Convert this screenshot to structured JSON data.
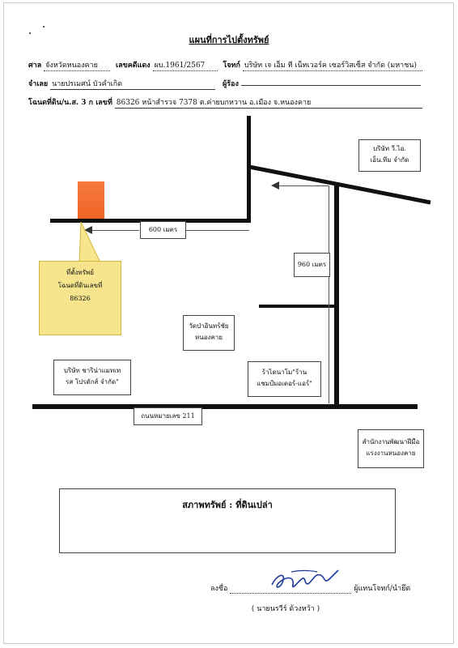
{
  "title": "แผนที่การไปตั้งทรัพย์",
  "header": {
    "court_label": "ศาล",
    "court_value": "จังหวัดหนองคาย",
    "case_label": "เลขคดีแดง",
    "case_value": "ผบ.1961/2567",
    "plaintiff_label": "โจทก์",
    "plaintiff_value": "บริษัท เจ เอ็ม ที เน็ทเวอร์ค เซอร์วิสเซ็ส จำกัด (มหาชน)",
    "defendant_label": "จำเลย",
    "defendant_value": "นายปรเมศน์ บัวคำเกิด",
    "claimant_label": "ผู้ร้อง",
    "claimant_value": "",
    "deed_label": "โฉนดที่ดิน/น.ส. 3 ก เลขที่",
    "deed_value": "86326 หน้าสำรวจ 7378 ต.ค่ายบกหวาน อ.เมือง จ.หนองคาย"
  },
  "map": {
    "road_name": "ถนนหมายเลข 211",
    "distance_1": "600 เมตร",
    "distance_2": "960 เมตร",
    "property_callout": [
      "ที่ตั้งทรัพย์",
      "โฉนดที่ดินเลขที่",
      "86326"
    ],
    "landmark_company_top": [
      "บริษัท วี.ไอ.",
      "เอ็น.ทีม จำกัด"
    ],
    "landmark_temple": [
      "วัดป่าอินทร์ชัย",
      "หนองคาย"
    ],
    "landmark_shop": [
      "ร้าไดนาโม\"ร้าน",
      "แชมป์มอเตอร์-แอร์\""
    ],
    "landmark_company_bottom": [
      "บริษัท ชาริน่าแมทเท",
      "รส โปรดักส์ จำกัด\""
    ],
    "landmark_office": [
      "สำนักงานพัฒนาฝีมือ",
      "แรงงานหนองคาย"
    ]
  },
  "status": {
    "label": "สภาพทรัพย์ :",
    "value": "ที่ดินเปล่า"
  },
  "signature": {
    "sign_label": "ลงชื่อ",
    "role": "ผู้แทนโจทก์/นำยึด",
    "name": "( นายนรวีร์ ด้วงหว้า )"
  }
}
